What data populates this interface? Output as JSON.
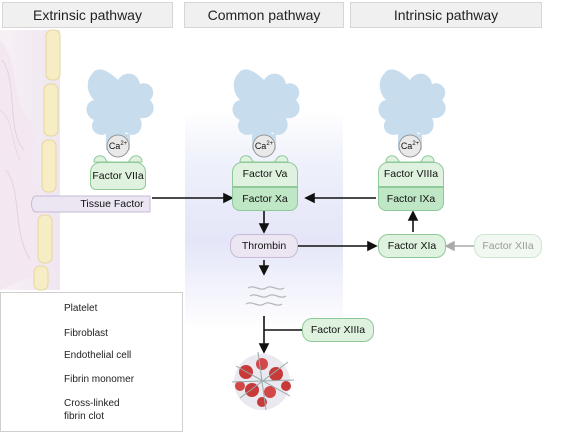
{
  "headers": {
    "extrinsic": "Extrinsic pathway",
    "common": "Common pathway",
    "intrinsic": "Intrinsic pathway"
  },
  "calcium": {
    "base": "Ca",
    "charge": "2+"
  },
  "factors": {
    "f7a": "Factor VIIa",
    "tissue_factor": "Tissue Factor",
    "f5a": "Factor Va",
    "f10a": "Factor Xa",
    "thrombin": "Thrombin",
    "f8a": "Factor VIIIa",
    "f9a": "Factor IXa",
    "f11a": "Factor XIa",
    "f12a": "Factor XIIa",
    "f13a": "Factor XIIIa"
  },
  "legend": {
    "platelet": "Platelet",
    "fibroblast": "Fibroblast",
    "endothelial": "Endothelial cell",
    "fibrin_monomer": "Fibrin monomer",
    "clot_line1": "Cross-linked",
    "clot_line2": "fibrin clot"
  },
  "colors": {
    "platelet": "#c7dced",
    "factor_green": "#dff2df",
    "factor_green_dark": "#bfe6c5",
    "lavender": "#ece6f2",
    "column_blue": "#e3e6f8",
    "endothelial": "#f7edc4",
    "fibroblast": "#f1e6f0",
    "clot_red": "#c83a3a"
  }
}
